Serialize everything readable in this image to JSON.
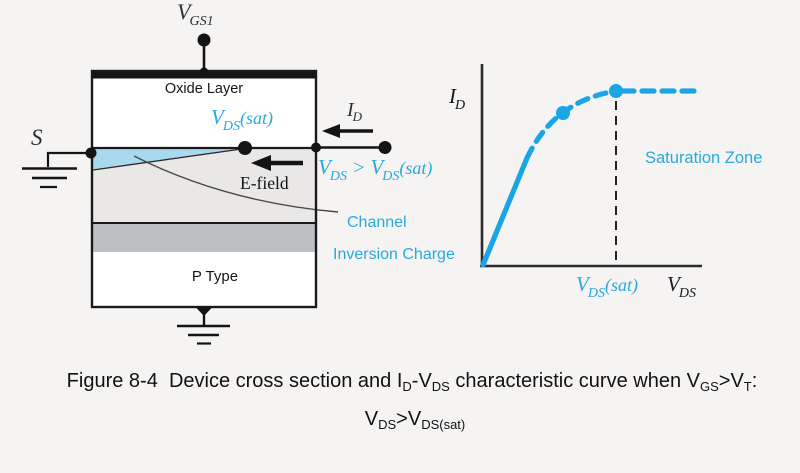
{
  "colors": {
    "accent_cyan": "#29a8e0",
    "curve_blue": "#1ba5e5",
    "channel_fill": "#a9d9ee",
    "depletion_gray": "#e9e8e7",
    "substrate_band_gray": "#bdc0c3"
  },
  "device": {
    "gate_voltage": {
      "base": "V",
      "sub": "GS1"
    },
    "oxide_label": "Oxide Layer",
    "pinchoff_label": {
      "base": "V",
      "sub": "DS",
      "rest": "(sat)"
    },
    "source_label": "S",
    "efield_label": "E-field",
    "substrate_label": "P Type",
    "drain_current": {
      "base": "I",
      "sub": "D"
    },
    "drain_condition": {
      "v1": "V",
      "s1": "DS",
      "op": " > ",
      "v2": "V",
      "s2": "DS",
      "rest": "(sat)"
    },
    "channel_caption_line1": "Channel",
    "channel_caption_line2": "Inversion Charge"
  },
  "graph": {
    "y_axis_label": {
      "base": "I",
      "sub": "D"
    },
    "zone_label": "Saturation Zone",
    "x_sat_label": {
      "base": "V",
      "sub": "DS",
      "rest": "(sat)"
    },
    "x_axis_label": {
      "base": "V",
      "sub": "DS"
    }
  },
  "caption": {
    "line1": {
      "t1": "Figure 8-4  Device cross section and ",
      "i": "I",
      "isub": "D",
      "hyphen": "-",
      "v1": "V",
      "v1sub": "DS",
      "t2": " characteristic curve when ",
      "v2": "V",
      "v2sub": "GS",
      "gt": ">",
      "v3": "V",
      "v3sub": "T",
      "colon": ":"
    },
    "line2": {
      "v1": "V",
      "s1": "DS",
      "gt": ">",
      "v2": "V",
      "s2": "DS(sat)"
    }
  },
  "chart_data": {
    "type": "line",
    "title": "",
    "xlabel": "V_DS",
    "ylabel": "I_D",
    "x_tick_labels": [
      "V_DS(sat)"
    ],
    "annotations": [
      "Saturation Zone"
    ],
    "series": [
      {
        "name": "I_D vs V_DS for V_GS > V_T",
        "style": "solid linear region, dashed after pinch-off",
        "points_rel": [
          [
            0,
            0
          ],
          [
            0.2,
            0.53
          ],
          [
            0.37,
            0.76
          ],
          [
            0.61,
            0.87
          ],
          [
            1.0,
            0.87
          ]
        ],
        "markers_rel": [
          [
            0.37,
            0.76
          ],
          [
            0.61,
            0.87
          ]
        ]
      }
    ],
    "notes": "Qualitative curve, no numeric ticks; vertical dashed guide at V_DS(sat)."
  }
}
